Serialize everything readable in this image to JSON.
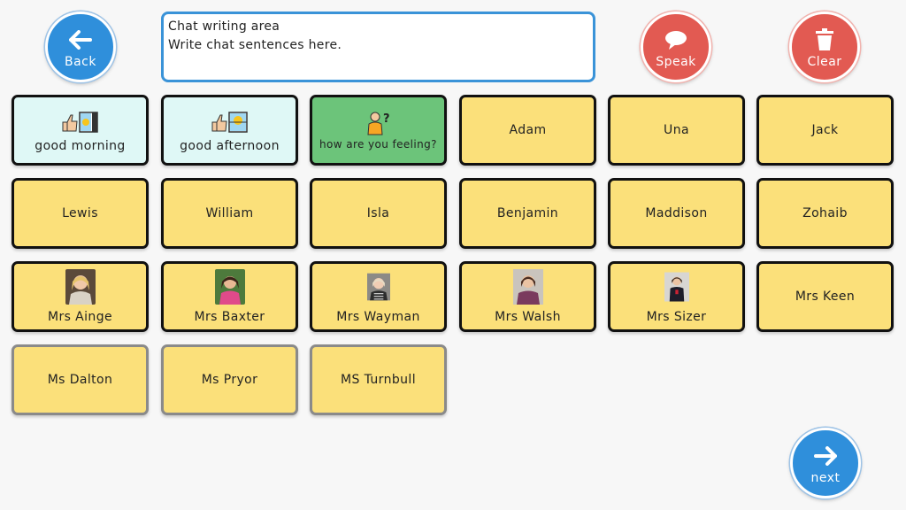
{
  "header": {
    "back_label": "Back",
    "speak_label": "Speak",
    "clear_label": "Clear",
    "chat_line1": "Chat writing area",
    "chat_line2": "Write chat sentences here."
  },
  "tiles": [
    {
      "label": "good morning"
    },
    {
      "label": "good afternoon"
    },
    {
      "label": "how are you feeling?"
    },
    {
      "label": "Adam"
    },
    {
      "label": "Una"
    },
    {
      "label": "Jack"
    },
    {
      "label": "Lewis"
    },
    {
      "label": "William"
    },
    {
      "label": "Isla"
    },
    {
      "label": "Benjamin"
    },
    {
      "label": "Maddison"
    },
    {
      "label": "Zohaib"
    },
    {
      "label": "Mrs Ainge"
    },
    {
      "label": "Mrs Baxter"
    },
    {
      "label": "Mrs Wayman"
    },
    {
      "label": "Mrs Walsh"
    },
    {
      "label": "Mrs Sizer"
    },
    {
      "label": "Mrs Keen"
    },
    {
      "label": "Ms Dalton"
    },
    {
      "label": "Ms Pryor"
    },
    {
      "label": "MS Turnbull"
    }
  ],
  "footer": {
    "next_label": "next"
  },
  "colors": {
    "blue_button": "#2f8fdb",
    "red_button": "#e25a52",
    "tile_yellow": "#fbe07a",
    "tile_cyan": "#dff8f6",
    "tile_green": "#6cc47a"
  }
}
